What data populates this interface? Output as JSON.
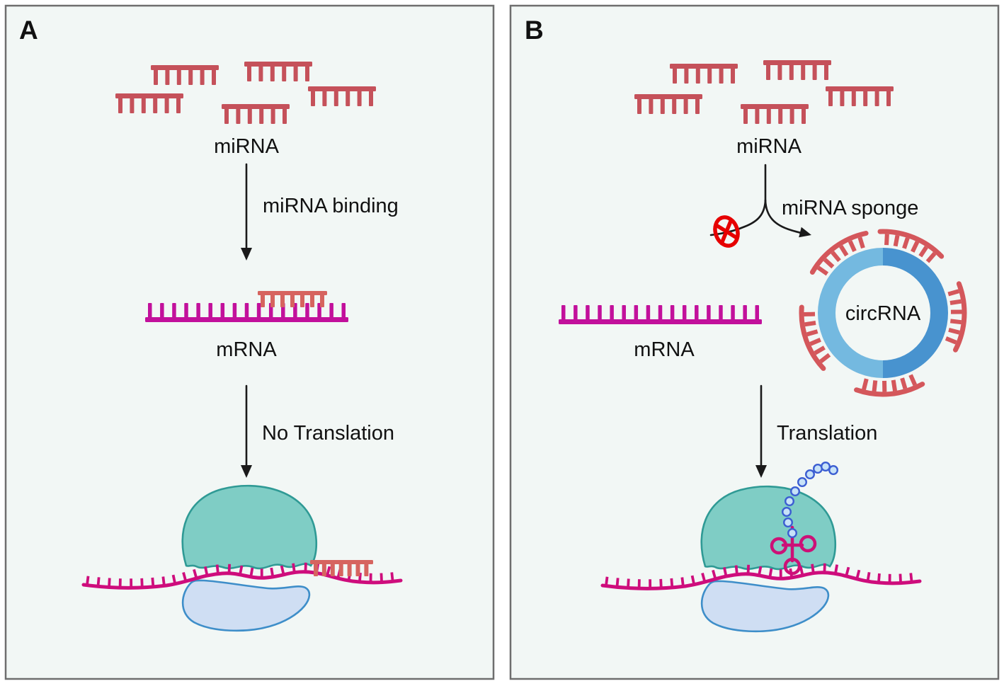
{
  "figure": {
    "title": "circRNA miRNA sponge mechanism diagram",
    "panel_a": {
      "label": "A",
      "mirna_label": "miRNA",
      "mirna_molecule_count": 5,
      "step1_label": "miRNA binding",
      "mrna_label": "mRNA",
      "step2_label": "No Translation"
    },
    "panel_b": {
      "label": "B",
      "mirna_label": "miRNA",
      "mirna_molecule_count": 5,
      "step1_label": "miRNA sponge",
      "circrna_label": "circRNA",
      "circrna_bound_mirna_count": 5,
      "mrna_label": "mRNA",
      "step2_label": "Translation"
    },
    "colors": {
      "panel_bg": "#f2f7f5",
      "panel_border": "#6e6e6e",
      "text": "#111111",
      "arrow": "#1a1a1a",
      "mirna": "#c5515a",
      "mirna_bound": "#d6645f",
      "mrna": "#c2109b",
      "mrna_strand": "#ce0d7c",
      "trna": "#cc1177",
      "ring_light": "#74b9e0",
      "ring_dark": "#4893cf",
      "sponge_comb": "#d4575b",
      "large_subunit_fill": "#7fcdc5",
      "large_subunit_stroke": "#2f9a95",
      "small_subunit_fill": "#cfdef3",
      "small_subunit_stroke": "#3e8ec9",
      "protein_fill": "#c7e2f8",
      "protein_stroke": "#3c5ed2",
      "prohibition": "#e60000"
    }
  }
}
